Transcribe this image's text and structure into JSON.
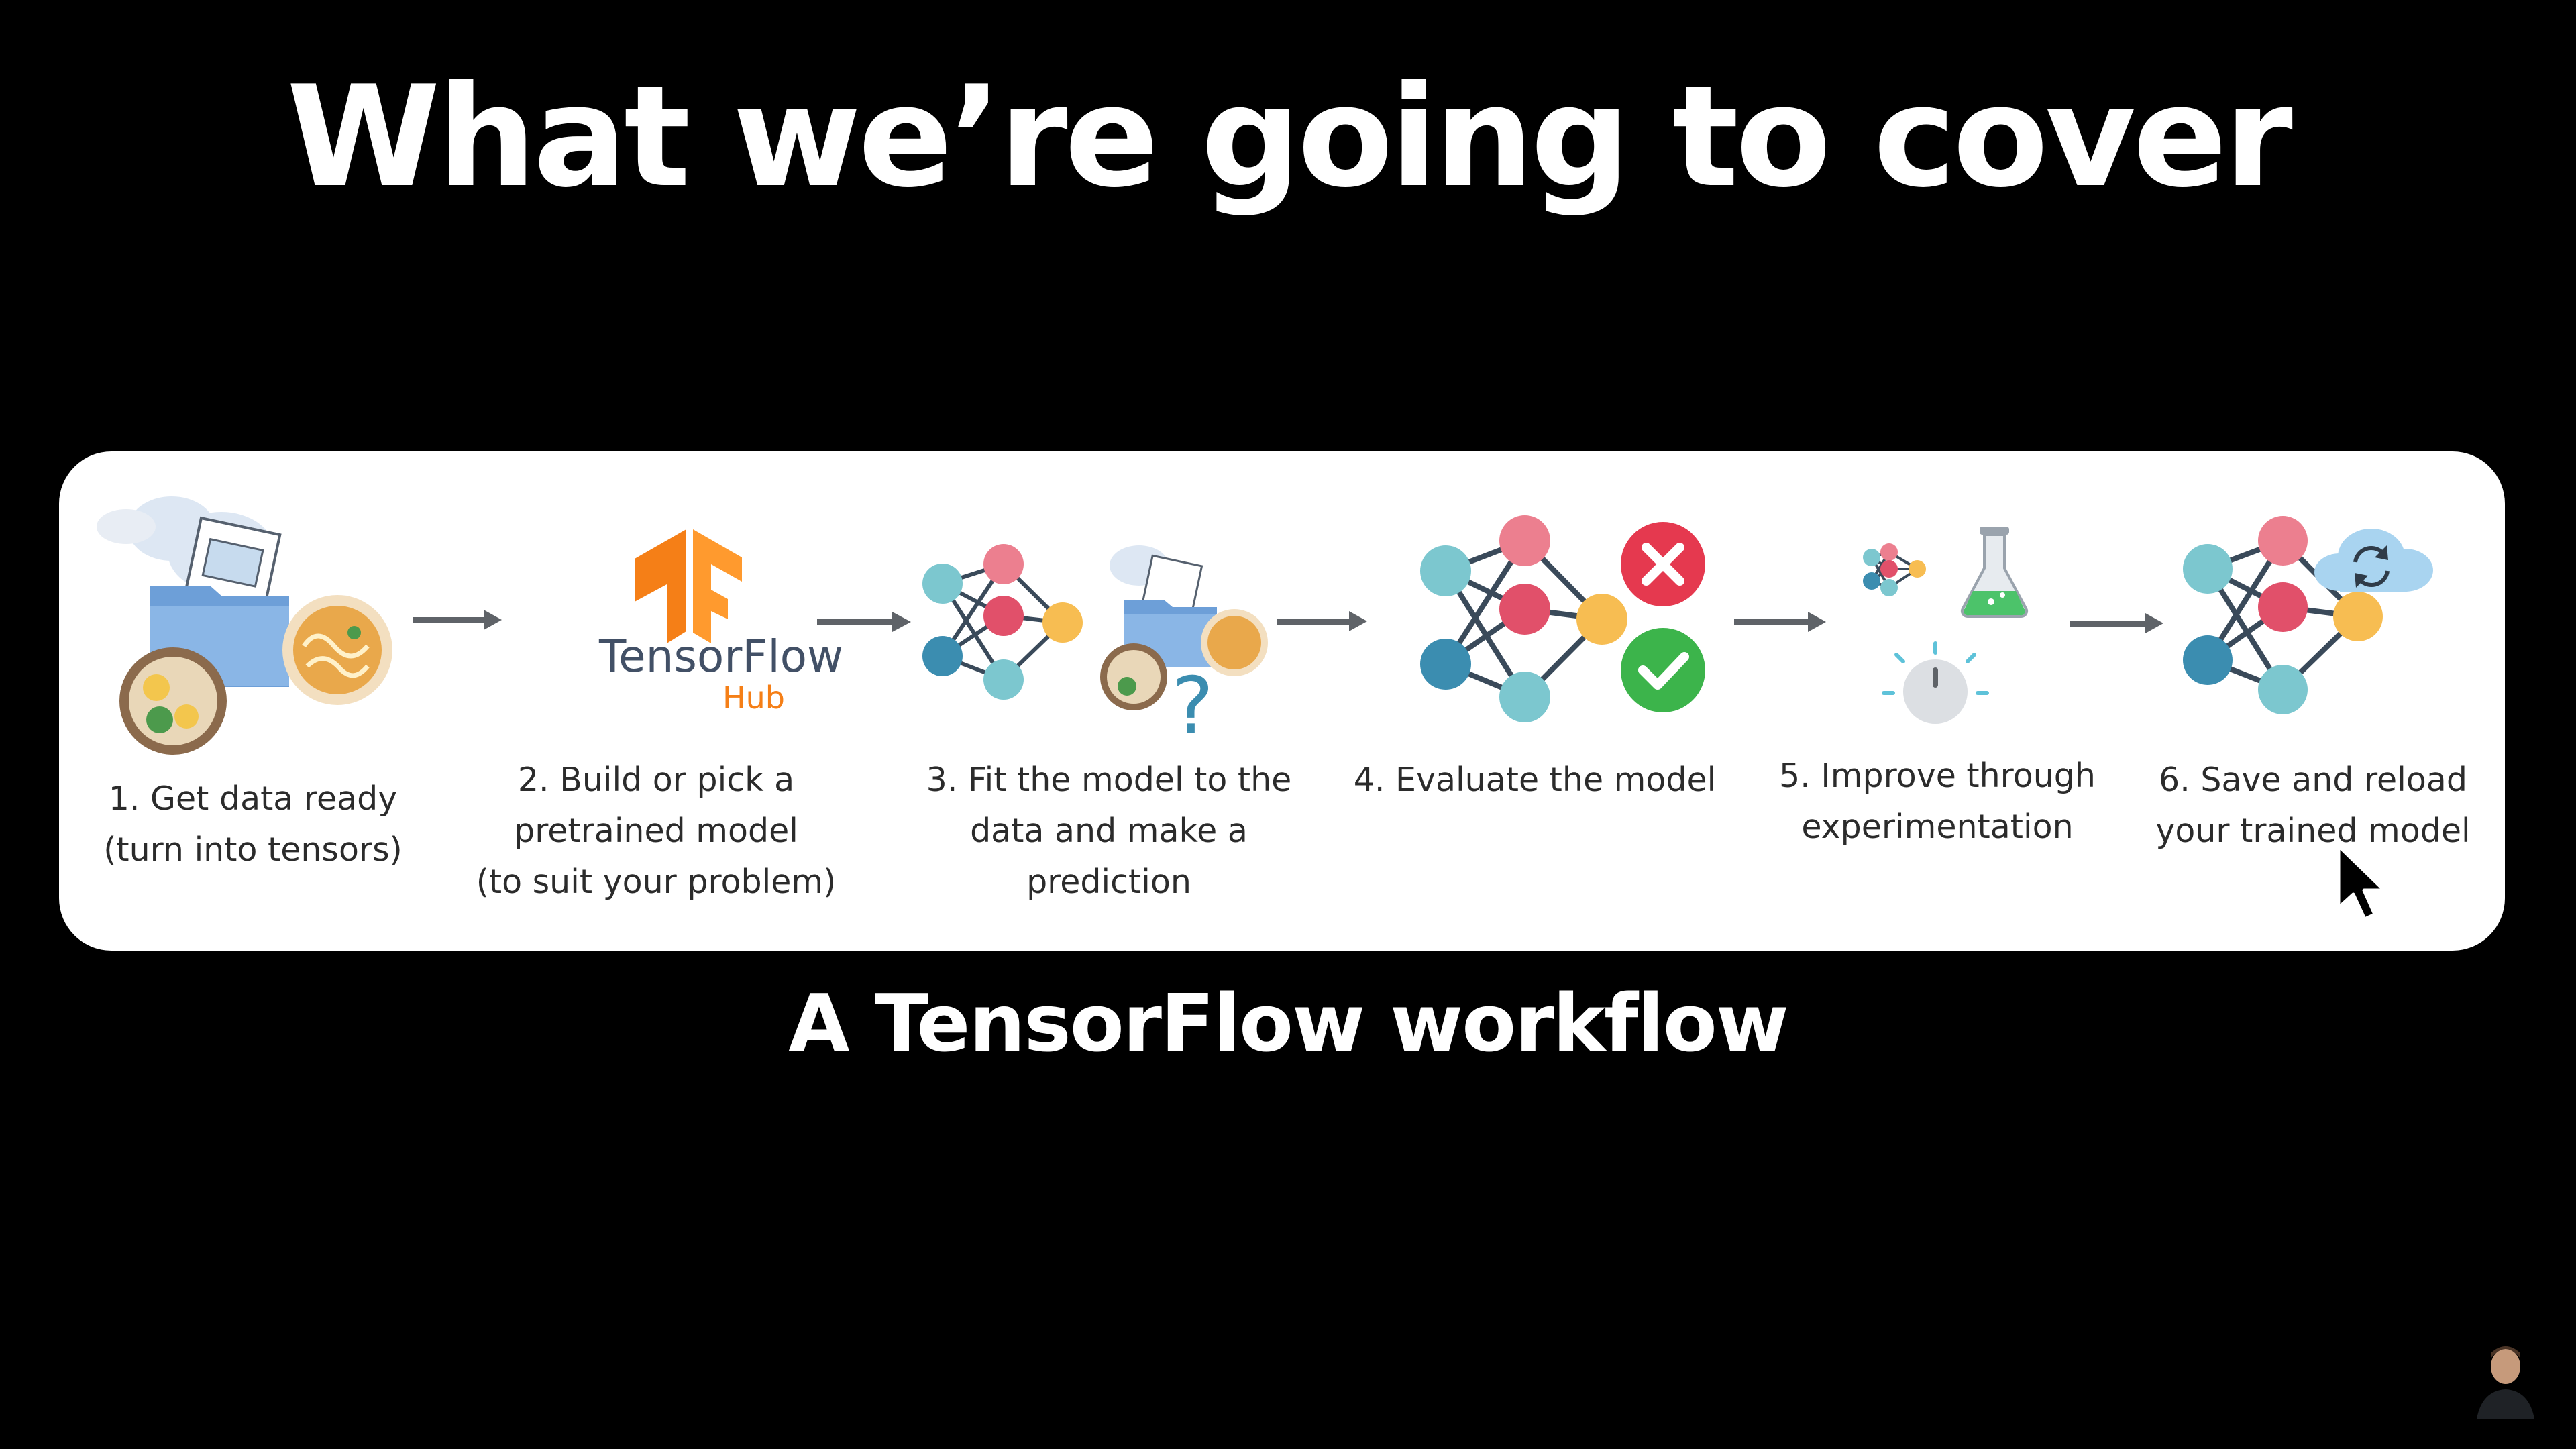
{
  "title": "What we’re going to cover",
  "subtitle": "A TensorFlow workflow",
  "colors": {
    "background": "#000000",
    "panel": "#ffffff",
    "arrow": "#5f6368",
    "node_teal": "#7cc7cf",
    "node_red": "#e1506a",
    "node_pink": "#ec7f8f",
    "node_yellow": "#f7bd52",
    "node_blue": "#3b8db0",
    "tensorflow_orange": "#f57f17",
    "x_red": "#e5394f",
    "check_green": "#3cb44b"
  },
  "logo": {
    "wordmark": "TensorFlow",
    "hub": "Hub"
  },
  "steps": [
    {
      "line1": "1. Get data ready",
      "line2": "(turn into tensors)",
      "line3": ""
    },
    {
      "line1": "2. Build or pick a",
      "line2": "pretrained model",
      "line3": "(to suit your problem)"
    },
    {
      "line1": "3. Fit the model to the",
      "line2": "data and make a",
      "line3": "prediction"
    },
    {
      "line1": "4. Evaluate the model",
      "line2": "",
      "line3": ""
    },
    {
      "line1": "5. Improve through",
      "line2": "experimentation",
      "line3": ""
    },
    {
      "line1": "6. Save and reload",
      "line2": "your trained model",
      "line3": ""
    }
  ],
  "icons": [
    "data-folder-food-icon",
    "tensorflow-hub-logo",
    "neural-network-question-icon",
    "evaluate-network-icon",
    "experiment-flask-timer-icon",
    "save-reload-network-icon",
    "mouse-cursor-icon"
  ]
}
